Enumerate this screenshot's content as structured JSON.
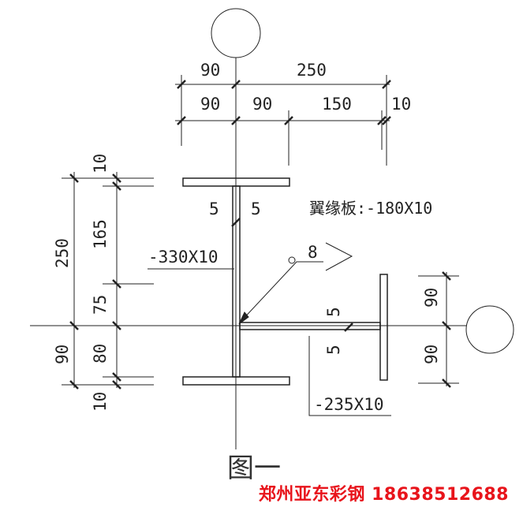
{
  "figure": {
    "title": "图一",
    "watermark_company": "郑州亚东彩钢",
    "watermark_phone": "18638512688"
  },
  "dimensions": {
    "top_row1": [
      "90",
      "250"
    ],
    "top_row2": [
      "90",
      "90",
      "150",
      "10"
    ],
    "left_outer": [
      "250",
      "90"
    ],
    "left_inner": [
      "10",
      "165",
      "75",
      "80",
      "10"
    ],
    "right": [
      "90",
      "90"
    ]
  },
  "labels": {
    "flange_plate": "翼缘板:-180X10",
    "web_plate": "-330X10",
    "stiffener_plate": "-235X10",
    "weld_web_left": "5",
    "weld_web_right": "5",
    "weld_stiff_top": "5",
    "weld_stiff_bottom": "5",
    "weld_symbol_size": "8"
  }
}
